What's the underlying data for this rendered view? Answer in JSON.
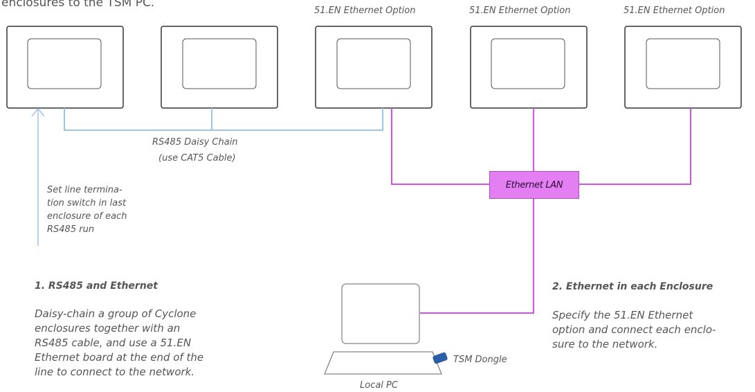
{
  "intro_text": "enclosures to the TSM PC.",
  "enclosures": [
    {
      "id": "enclosure-1",
      "label": ""
    },
    {
      "id": "enclosure-2",
      "label": ""
    },
    {
      "id": "enclosure-3",
      "label": "51.EN Ethernet Option"
    },
    {
      "id": "enclosure-4",
      "label": "51.EN Ethernet Option"
    },
    {
      "id": "enclosure-5",
      "label": "51.EN Ethernet Option"
    }
  ],
  "rs485": {
    "label_line1": "RS485 Daisy Chain",
    "label_line2": "(use CAT5 Cable)",
    "color": "#9fc4e4"
  },
  "termination_note": "Set line termina-\ntion switch in last\nenclosure of each\nRS485 run",
  "ethernet_lan": {
    "label": "Ethernet LAN",
    "color": "#d64fe8",
    "box_color": "#e47ef3"
  },
  "local_pc": {
    "label": "Local PC",
    "dongle_label": "TSM Dongle",
    "dongle_color": "#2c5da8"
  },
  "section1": {
    "heading": "1. RS485 and Ethernet",
    "body": "Daisy-chain a group of Cyclone\nenclosures together with an\nRS485 cable, and use a 51.EN\nEthernet board at the end of the\nline to connect to the network."
  },
  "section2": {
    "heading": "2. Ethernet in each Enclosure",
    "body": "Specify the 51.EN Ethernet\noption and connect each enclo-\nsure to the network."
  }
}
